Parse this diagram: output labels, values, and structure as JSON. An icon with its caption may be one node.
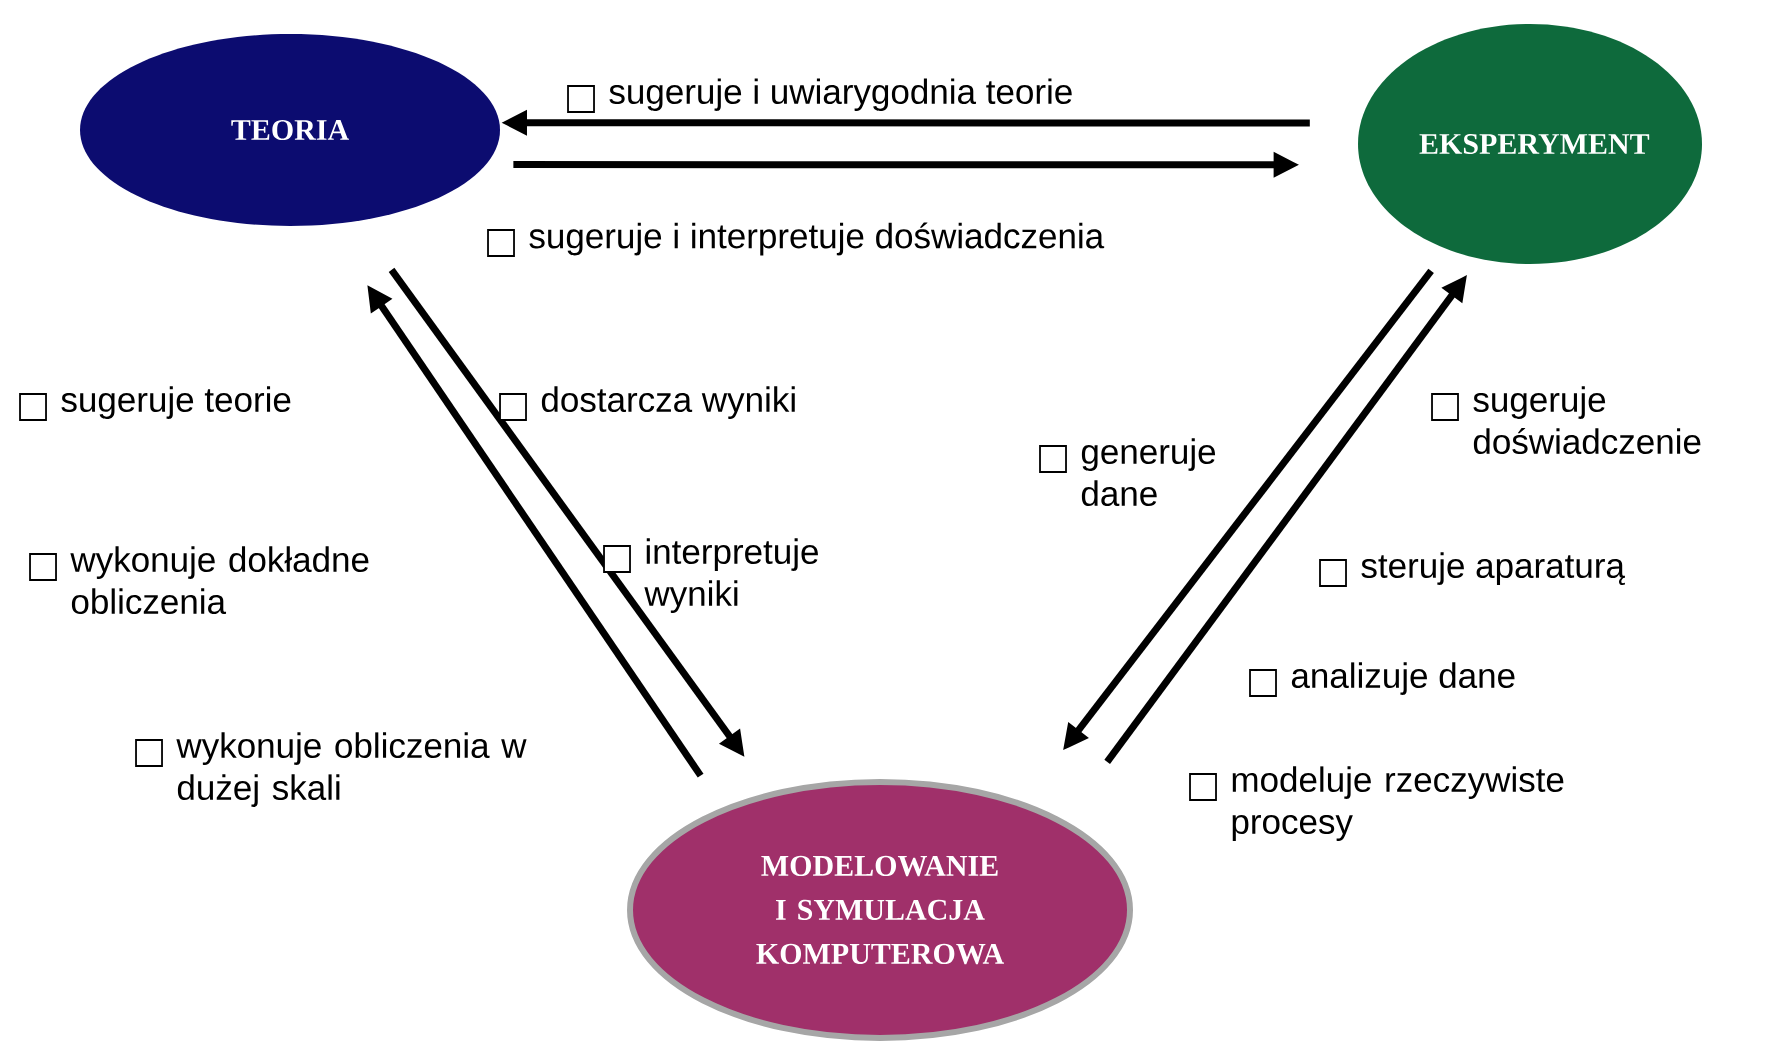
{
  "diagram": {
    "nodes": [
      {
        "text": [
          "TEORIA"
        ]
      },
      {
        "text": [
          "EKSPERYMENT"
        ]
      },
      {
        "text": [
          "MODELOWANIE I SYMULACJA KOMPUTEROWA"
        ]
      }
    ],
    "edges": [
      {
        "from": 1,
        "to": 0,
        "arrow": "to",
        "label": "sugeruje i uwiarygodnia teorie"
      },
      {
        "from": 0,
        "to": 1,
        "arrow": "to",
        "label": "sugeruje i interpretuje doświadczenia"
      },
      {
        "from": 2,
        "to": 0,
        "arrow": "to"
      },
      {
        "from": 0,
        "to": 2,
        "arrow": "to"
      },
      {
        "from": 1,
        "to": 2,
        "arrow": "to"
      },
      {
        "from": 2,
        "to": 1,
        "arrow": "to"
      }
    ],
    "labels": [
      "sugeruje teorie",
      "dostarcza wyniki",
      "sugeruje doświadczenie",
      "generuje dane",
      "wykonuje dokładne obliczenia",
      "interpretuje wyniki",
      "steruje aparaturą",
      "analizuje dane",
      "wykonuje obliczenia w dużej skali",
      "modeluje rzeczywiste procesy"
    ]
  }
}
